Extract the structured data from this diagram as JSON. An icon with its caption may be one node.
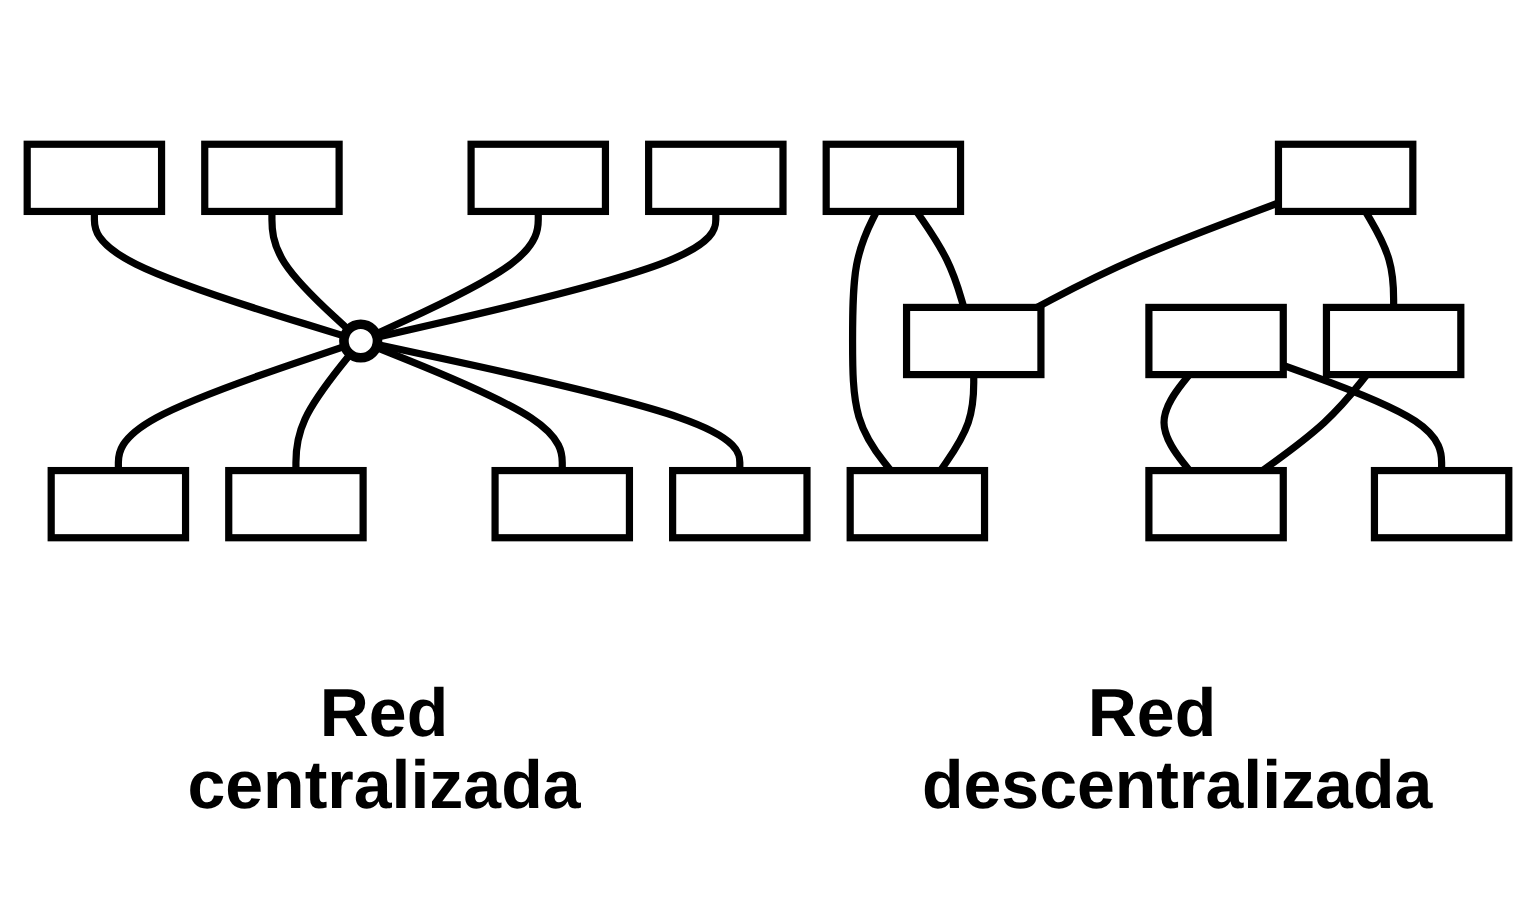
{
  "diagram": {
    "nodes": [
      {
        "text": [],
        "shape": "computer"
      },
      {
        "text": [],
        "shape": "computer"
      },
      {
        "text": [],
        "shape": "computer"
      },
      {
        "text": [],
        "shape": "computer"
      },
      {
        "text": [],
        "shape": "globe"
      },
      {
        "text": [],
        "shape": "computer"
      },
      {
        "text": [],
        "shape": "computer"
      },
      {
        "text": [],
        "shape": "computer"
      },
      {
        "text": [],
        "shape": "computer"
      },
      {
        "text": [],
        "shape": "computer"
      },
      {
        "text": [],
        "shape": "computer"
      },
      {
        "text": [],
        "shape": "computer"
      },
      {
        "text": [],
        "shape": "computer"
      },
      {
        "text": [],
        "shape": "computer"
      },
      {
        "text": [],
        "shape": "computer"
      },
      {
        "text": [],
        "shape": "computer"
      },
      {
        "text": [],
        "shape": "computer"
      }
    ],
    "edges": [
      {
        "from": 0,
        "to": 4,
        "arrow": "none"
      },
      {
        "from": 1,
        "to": 4,
        "arrow": "none"
      },
      {
        "from": 2,
        "to": 4,
        "arrow": "none"
      },
      {
        "from": 3,
        "to": 4,
        "arrow": "none"
      },
      {
        "from": 4,
        "to": 5,
        "arrow": "none"
      },
      {
        "from": 4,
        "to": 6,
        "arrow": "none"
      },
      {
        "from": 4,
        "to": 7,
        "arrow": "none"
      },
      {
        "from": 4,
        "to": 8,
        "arrow": "none"
      },
      {
        "from": 9,
        "to": 12,
        "arrow": "none"
      },
      {
        "from": 9,
        "to": 15,
        "arrow": "none"
      },
      {
        "from": 10,
        "to": 13,
        "arrow": "none"
      },
      {
        "from": 10,
        "to": 15,
        "arrow": "none"
      },
      {
        "from": 11,
        "to": 14,
        "arrow": "none"
      },
      {
        "from": 11,
        "to": 16,
        "arrow": "none"
      },
      {
        "from": 13,
        "to": 14,
        "arrow": "none"
      },
      {
        "from": 15,
        "to": 12,
        "arrow": "none"
      }
    ],
    "labels": [
      "Red centralizada",
      "Red descentralizada"
    ]
  }
}
